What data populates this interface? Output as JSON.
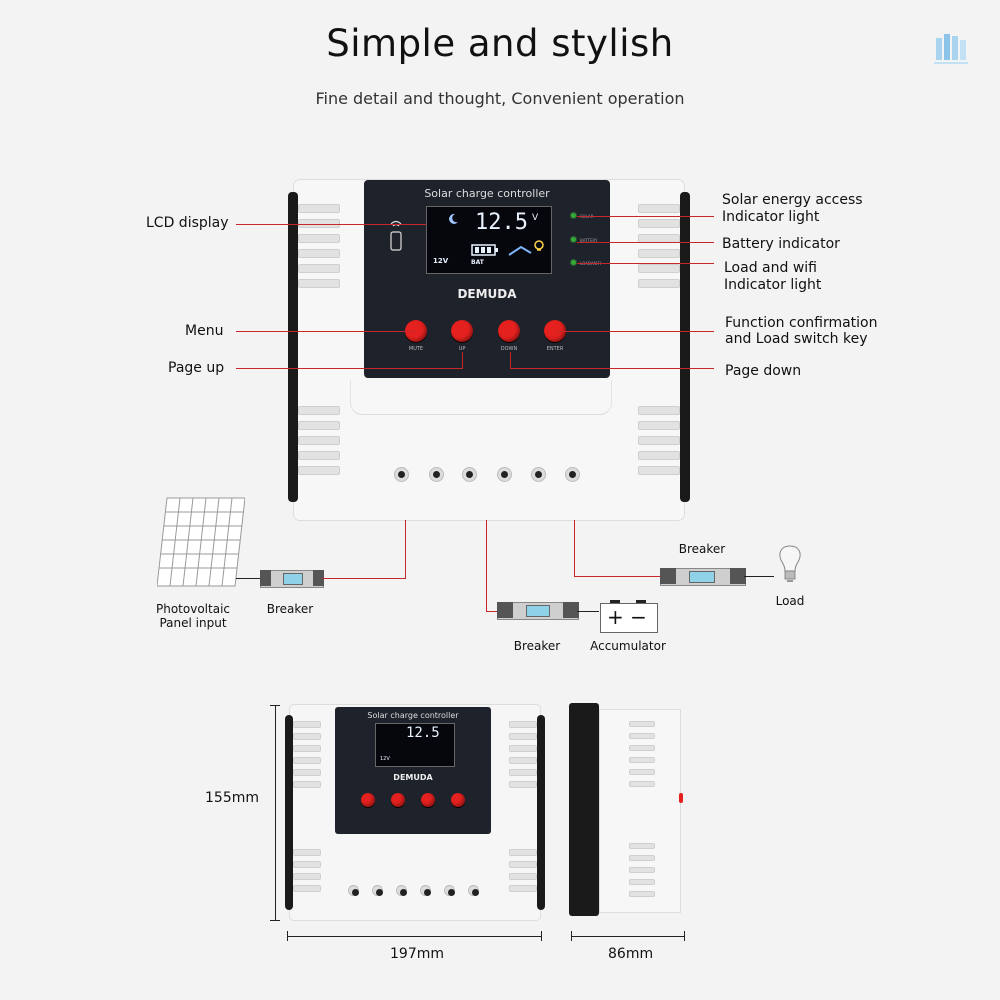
{
  "header": {
    "title": "Simple and stylish",
    "subtitle": "Fine detail and thought, Convenient operation"
  },
  "device": {
    "panel_title": "Solar charge controller",
    "lcd_voltage": "12.5",
    "lcd_unit": "V",
    "lcd_system": "12V",
    "lcd_bat": "BAT",
    "brand": "DEMUDA",
    "buttons": [
      "MUTE",
      "UP",
      "DOWN",
      "ENTER"
    ],
    "indicators": [
      "SOLAR",
      "BATTERY",
      "LOAD/WIFI"
    ]
  },
  "callouts": {
    "lcd_display": "LCD display",
    "menu": "Menu",
    "page_up": "Page up",
    "solar_line1": "Solar energy access",
    "solar_line2": "Indicator light",
    "battery_indicator": "Battery indicator",
    "load_line1": "Load and wifi",
    "load_line2": "Indicator light",
    "function_line1": "Function confirmation",
    "function_line2": "and Load switch key",
    "page_down": "Page down"
  },
  "wiring": {
    "pv_line1": "Photovoltaic",
    "pv_line2": "Panel input",
    "breaker_pv": "Breaker",
    "breaker_battery": "Breaker",
    "breaker_load": "Breaker",
    "accumulator": "Accumulator",
    "accumulator_symbols": "+ −",
    "load": "Load"
  },
  "dimensions": {
    "height": "155mm",
    "width": "197mm",
    "depth": "86mm"
  },
  "colors": {
    "accent_line": "#c8262b",
    "button_red": "#e5211f",
    "panel_dark": "#1e222b",
    "background": "#f4f3f3"
  }
}
